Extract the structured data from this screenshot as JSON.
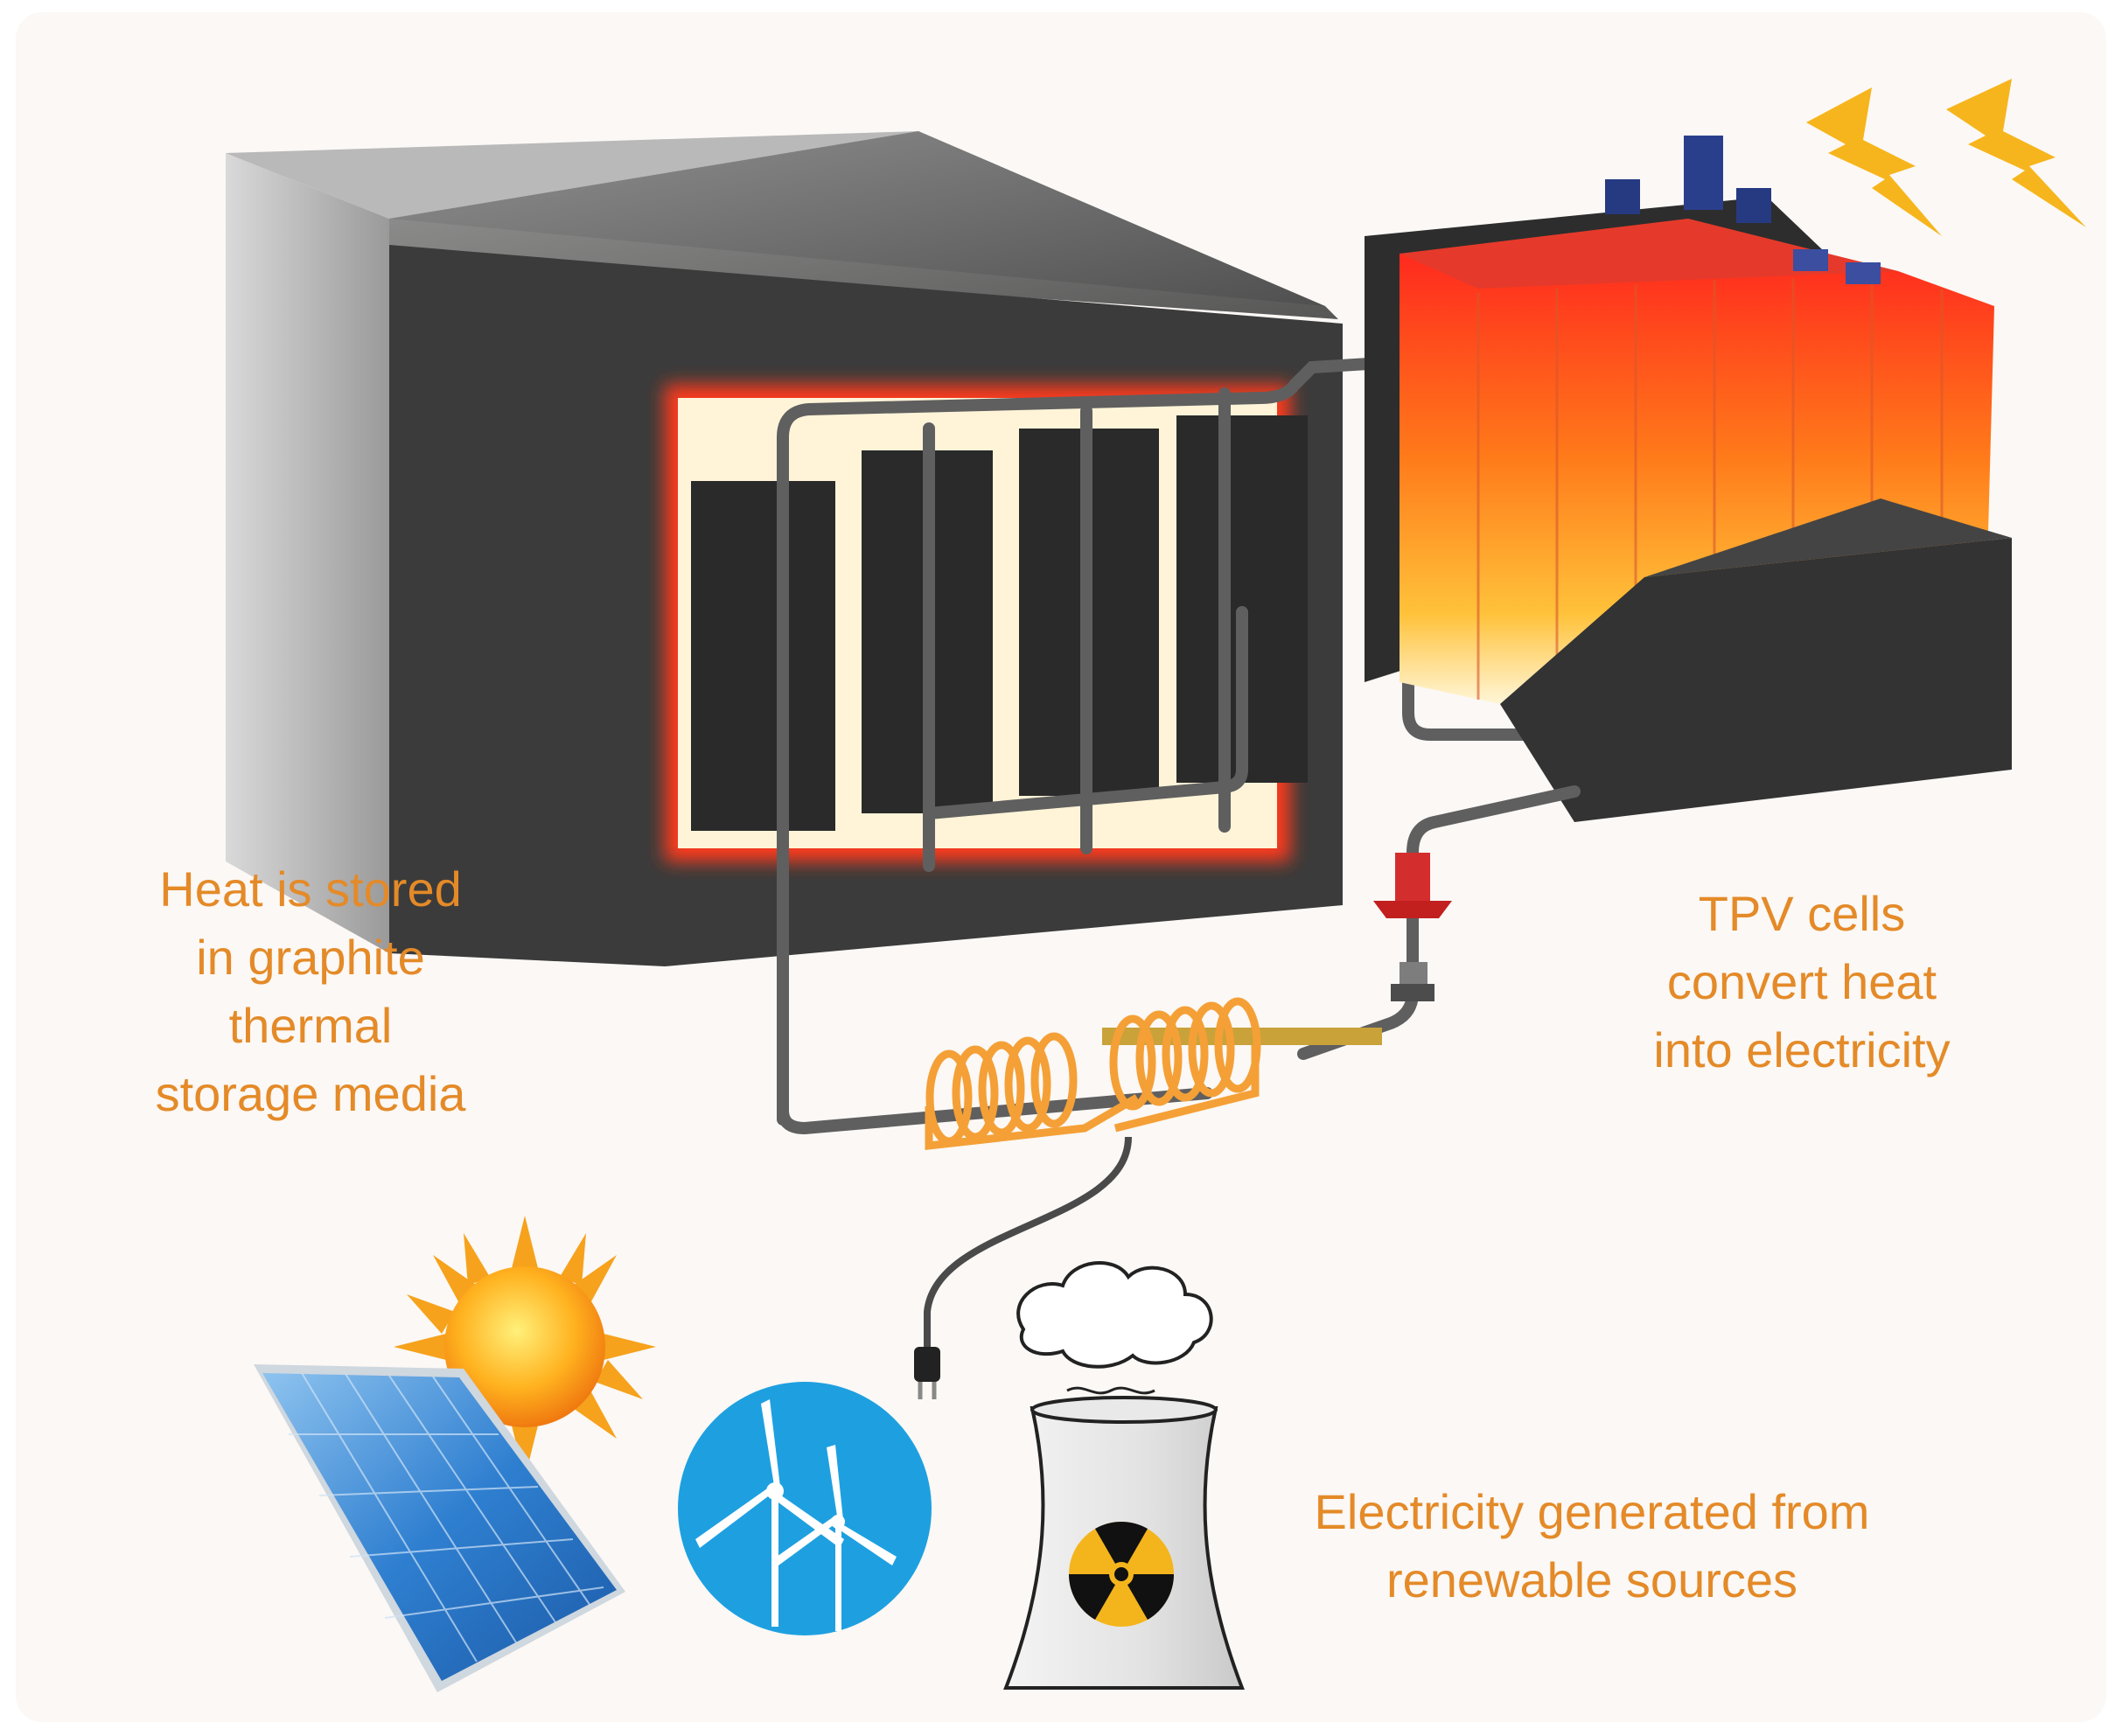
{
  "captions": {
    "storage": [
      "Heat is stored",
      "in graphite",
      "thermal",
      "storage media"
    ],
    "tpv": [
      "TPV cells",
      "convert heat",
      "into electricity"
    ],
    "renewables": [
      "Electricity generated from",
      "renewable sources"
    ]
  },
  "colors": {
    "caption": "#e48a28",
    "glow": "#ff3b1f",
    "coil": "#f4a037",
    "sky_blue": "#1ea0e0",
    "lightning": "#f6b51c"
  },
  "icons": {
    "storage_block": "graphite-storage-block-icon",
    "tpv_unit": "tpv-cell-unit-icon",
    "lightning": "lightning-bolt-icon",
    "coil": "induction-heating-coil-icon",
    "plug": "power-plug-icon",
    "solar": "solar-panel-icon",
    "sun": "sun-icon",
    "wind": "wind-turbine-icon",
    "nuclear": "cooling-tower-icon"
  }
}
